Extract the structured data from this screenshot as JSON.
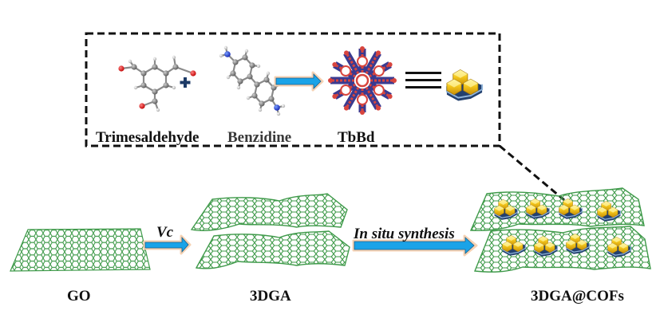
{
  "figure": {
    "inset": {
      "reactant_1": "Trimesaldehyde",
      "operator_plus": "+",
      "reactant_2": "Benzidine",
      "product": "TbBd",
      "equivalence_symbol": "≡"
    },
    "stages": [
      {
        "label": "GO"
      },
      {
        "label": "3DGA"
      },
      {
        "label": "3DGA@COFs"
      }
    ],
    "steps": [
      {
        "label": "Vc"
      },
      {
        "label": "In situ synthesis"
      }
    ]
  },
  "colors": {
    "graphene": "#3f9a4a",
    "arrow_fill": "#1aa3e8",
    "arrow_outline": "#f3c9a6",
    "cof_gold": "#f2c419",
    "cof_base": "#2a4a7a",
    "carbon": "#7a7a7a",
    "oxygen": "#e01010",
    "nitrogen": "#1a3ee0",
    "hydrogen": "#e8e8e8",
    "tbbd_red": "#d8453e",
    "tbbd_blue": "#3a3a90"
  }
}
